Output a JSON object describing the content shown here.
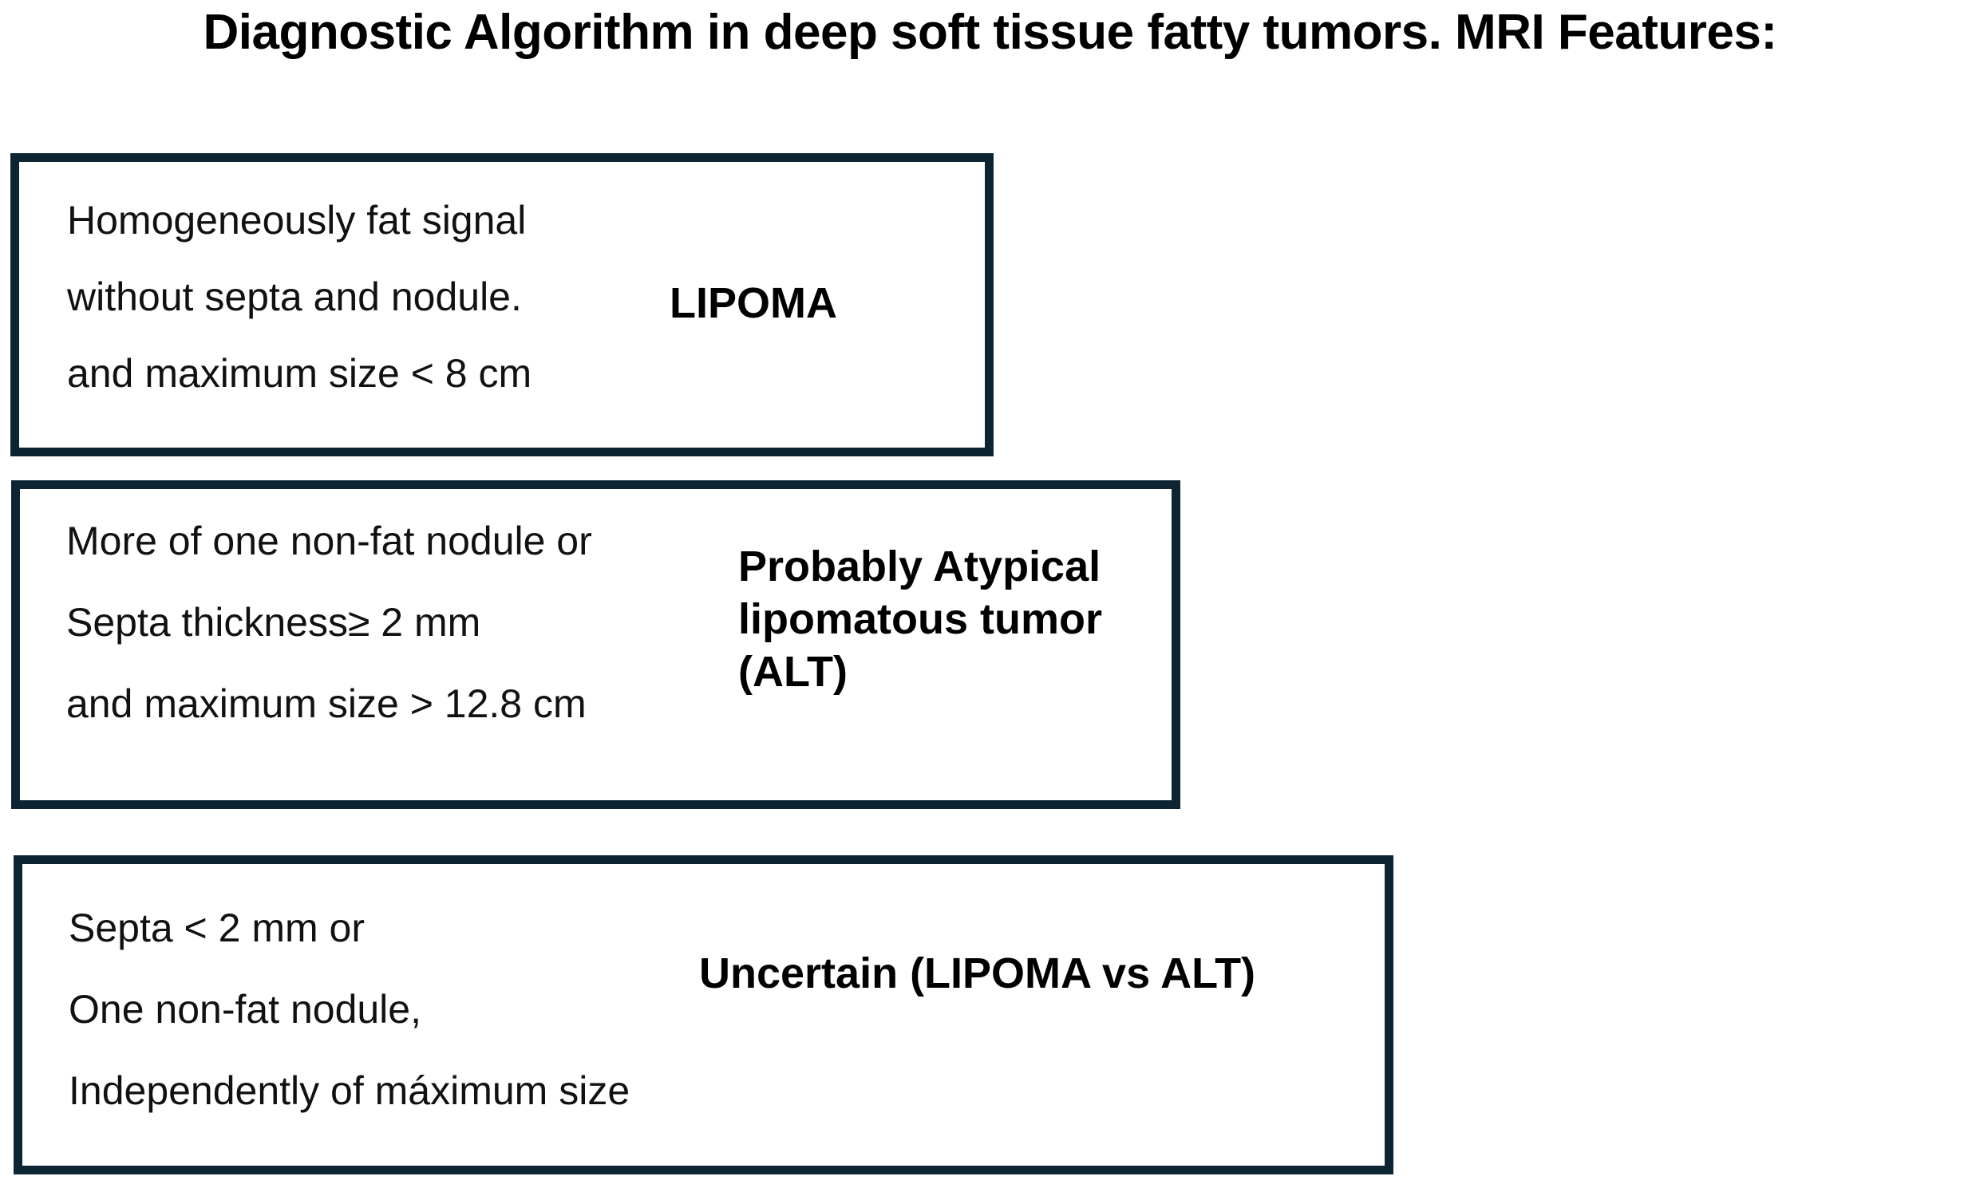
{
  "figure": {
    "title": "Diagnostic Algorithm in deep soft tissue fatty tumors. MRI Features:",
    "border_color": "#0d2433",
    "text_color": "#111111",
    "background": "#ffffff"
  },
  "boxes": [
    {
      "id": "lipoma",
      "criteria": [
        "Homogeneously fat signal",
        "without septa and nodule.",
        " and maximum size < 8 cm"
      ],
      "diagnosis": [
        "LIPOMA"
      ]
    },
    {
      "id": "alt",
      "criteria": [
        "More of one non-fat nodule or",
        "Septa thickness≥  2 mm",
        "and  maximum size  > 12.8 cm"
      ],
      "diagnosis": [
        "Probably Atypical",
        "lipomatous tumor",
        "(ALT)"
      ]
    },
    {
      "id": "uncertain",
      "criteria": [
        "Septa < 2 mm or",
        "One non-fat nodule,",
        "Independently of máximum size"
      ],
      "diagnosis": [
        "Uncertain (LIPOMA vs ALT)"
      ]
    }
  ]
}
